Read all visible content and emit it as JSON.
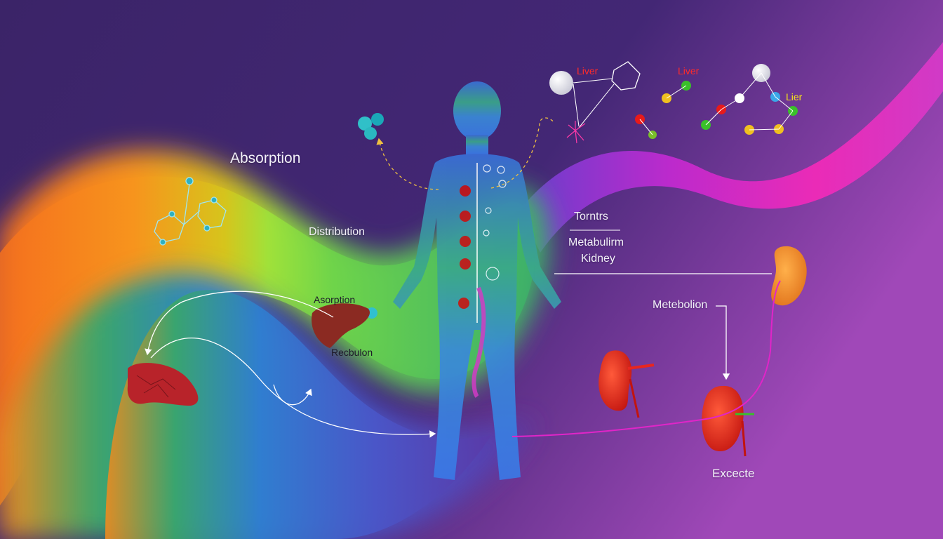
{
  "labels": {
    "absorption": "Absorption",
    "distribution": "Distribution",
    "absorption_small": "Asorption",
    "recbulon": "Recbulon",
    "torntrs": "Torntrs",
    "metabulirm": "Metabulirm",
    "kidney": "Kidney",
    "metebolion": "Metebolion",
    "excecte": "Excecte",
    "liver_1": "Liver",
    "liver_2": "Liver",
    "liver_3": "Lier"
  },
  "colors": {
    "background": "#3a2566",
    "accent_magenta": "#e025c8",
    "accent_orange": "#f7941d",
    "accent_green": "#8fe02a",
    "accent_blue": "#3f86e0",
    "kidney_red": "#e8261f",
    "liver_brown": "#8b2a22"
  },
  "icons": [
    "human-body-silhouette-icon",
    "liver-icon",
    "kidney-icon",
    "molecule-icon"
  ]
}
